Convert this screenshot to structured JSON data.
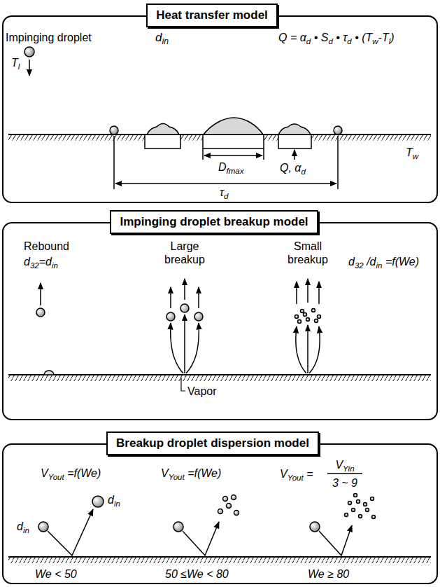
{
  "diagram": {
    "nodes": [
      {
        "text": [
          "Heat transfer model"
        ]
      },
      {
        "text": [
          "Impinging droplet breakup model"
        ]
      },
      {
        "text": [
          "Breakup droplet dispersion model"
        ]
      }
    ],
    "labels": [
      "Impinging droplet",
      "din",
      "Q = αd • Sd • τd • (Tw-Tl)",
      "Tl",
      "Dfmax",
      "Q, αd",
      "Tw",
      "τd",
      "Rebound",
      "d32=din",
      "Large breakup",
      "Small breakup",
      "d32 /din =f(We)",
      "Vapor",
      "VYout =f(We)",
      "VYout =f(We)",
      "VYout =",
      "VYin",
      "3 ~ 9",
      "din",
      "din",
      "We < 50",
      "50 ≤We < 80",
      "We ≥ 80"
    ]
  }
}
